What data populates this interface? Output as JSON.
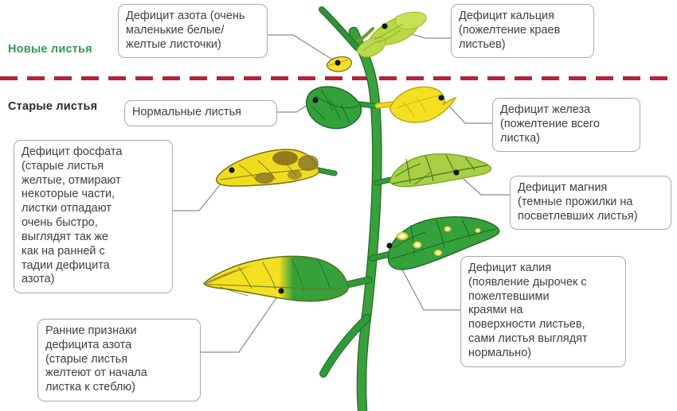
{
  "sections": {
    "new_leaves_label": "Новые листья",
    "old_leaves_label": "Старые листья",
    "divider_color": "#b3243c",
    "new_label_color": "#2e9b4f",
    "old_label_color": "#2b2b2b"
  },
  "callouts": {
    "nitrogen_top": "Дефицит азота (очень\nмаленькие белые/\nжелтые листочки)",
    "calcium": "Дефицит кальция\n(пожелтение краев\nлистьев)",
    "normal": "Нормальные листья",
    "iron": "Дефицит железа\n(пожелтение всего\nлистка)",
    "magnesium": "Дефицит магния\n(темные прожилки на\nпосветлевших листья)",
    "phosphate": "Дефицит фосфата\n(старые листья\nжелтые, отмирают\nнекоторые части,\nлистки отпадают\nочень быстро,\nвыглядят так же\nкак на ранней с\nтадии дефицита\nазота)",
    "potassium": "Дефицит калия\n(появление дырочек с\nпожелтевшими\nкраями на\nповерхности листьев,\nсами листья выглядят\nнормально)",
    "nitrogen_early": "Ранние признаки\nдефицита азота\n(старые листья\nжелтеют от начала\nлистка к стеблю)"
  },
  "plant": {
    "stem_color": "#3aa03c",
    "stem_outline": "#1f6d22",
    "leaves": [
      {
        "name": "tiny-white-yellow-leaflet",
        "condition": "nitrogen deficiency",
        "fill": "#f2e22a"
      },
      {
        "name": "calcium-leaflet",
        "condition": "calcium deficiency",
        "fill": "#b5d93f"
      },
      {
        "name": "normal-leaf",
        "condition": "healthy",
        "fill": "#33a13a"
      },
      {
        "name": "iron-leaf",
        "condition": "iron deficiency",
        "fill": "#f5e020"
      },
      {
        "name": "phosphate-leaf",
        "condition": "phosphate deficiency",
        "fill": "#f0dc1e"
      },
      {
        "name": "magnesium-leaf",
        "condition": "magnesium deficiency",
        "fill": "#a8cf45"
      },
      {
        "name": "potassium-leaf",
        "condition": "potassium deficiency",
        "fill": "#34a13b"
      },
      {
        "name": "early-nitrogen-leaf",
        "condition": "early nitrogen deficiency",
        "fill": "#f5e020"
      }
    ]
  }
}
